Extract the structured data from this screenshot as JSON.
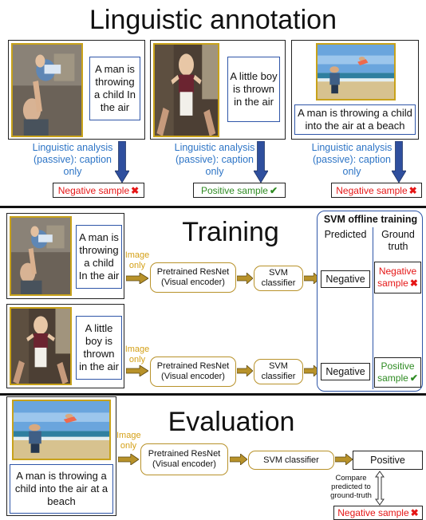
{
  "titles": {
    "annotation": "Linguistic annotation",
    "training": "Training",
    "evaluation": "Evaluation"
  },
  "annotation": {
    "captions": [
      "A man is throwing a child In the air",
      "A little boy is thrown in the air",
      "A man is throwing a child into the air at a beach"
    ],
    "analysis_label": "Linguistic analysis (passive): caption only",
    "results": [
      {
        "text": "Negative sample",
        "mark": "✖",
        "status": "negative"
      },
      {
        "text": "Positive sample",
        "mark": "✔",
        "status": "positive"
      },
      {
        "text": "Negative sample",
        "mark": "✖",
        "status": "negative"
      }
    ]
  },
  "training": {
    "image_only": "Image only",
    "encoder": "Pretrained ResNet (Visual encoder)",
    "classifier": "SVM classifier",
    "svm_panel_title": "SVM offline training",
    "col_predicted": "Predicted",
    "col_ground_truth": "Ground truth",
    "rows": [
      {
        "caption": "A man is throwing a child In the air",
        "predicted": "Negative",
        "truth": "Negative sample",
        "truth_mark": "✖",
        "status": "negative"
      },
      {
        "caption": "A little boy is thrown in the air",
        "predicted": "Negative",
        "truth": "Positive sample",
        "truth_mark": "✔",
        "status": "positive"
      }
    ]
  },
  "evaluation": {
    "caption": "A man is throwing a child into the air at a beach",
    "image_only": "Image only",
    "encoder": "Pretrained ResNet (Visual encoder)",
    "classifier": "SVM classifier",
    "prediction": "Positive",
    "compare": "Compare predicted to ground-truth",
    "truth": "Negative sample",
    "truth_mark": "✖"
  },
  "colors": {
    "arrow_blue": "#2f4f9e",
    "arrow_gold": "#b8922a",
    "negative": "#e51616",
    "positive": "#2e8b22",
    "caption_border": "#2f56a8",
    "analysis_text": "#2e75c6"
  },
  "icons": [
    "cross-mark-icon",
    "check-mark-icon",
    "down-arrow-icon",
    "right-arrow-icon",
    "double-arrow-icon"
  ]
}
